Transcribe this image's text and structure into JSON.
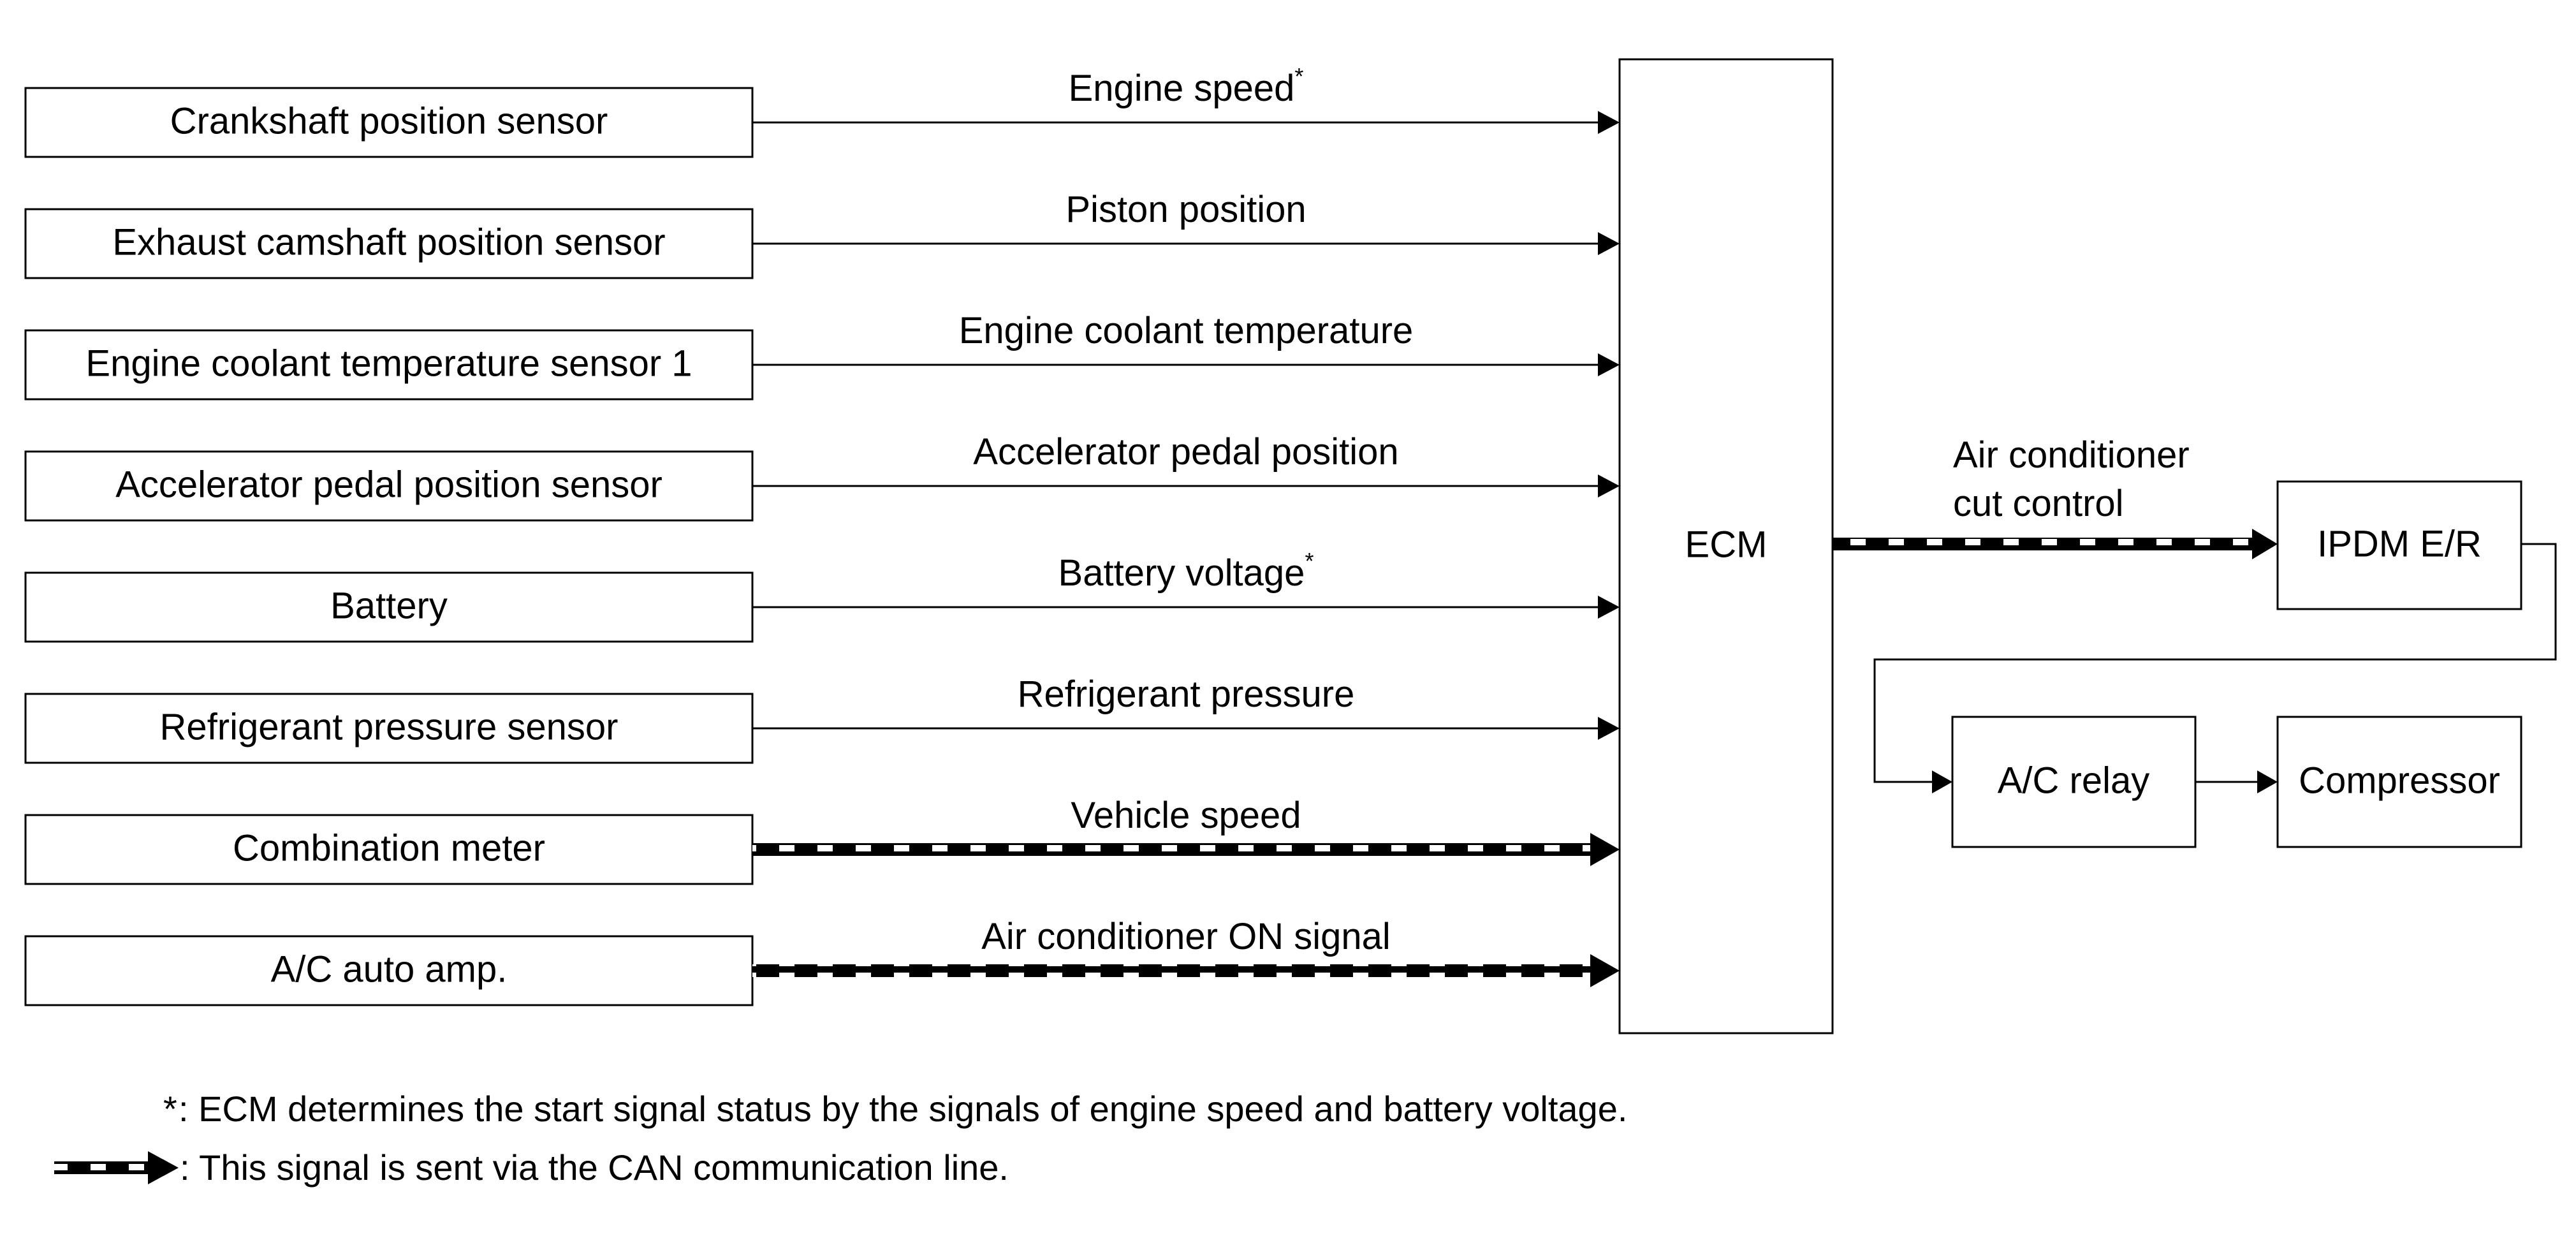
{
  "colors": {
    "line": "#000000",
    "background": "#ffffff",
    "can_dash": "#ffffff"
  },
  "inputs": [
    {
      "sensor": "Crankshaft position sensor",
      "signal": "Engine speed",
      "mark": "*",
      "can": false
    },
    {
      "sensor": "Exhaust camshaft position sensor",
      "signal": "Piston position",
      "mark": "",
      "can": false
    },
    {
      "sensor": "Engine coolant temperature sensor 1",
      "signal": "Engine coolant temperature",
      "mark": "",
      "can": false
    },
    {
      "sensor": "Accelerator pedal position sensor",
      "signal": "Accelerator pedal position",
      "mark": "",
      "can": false
    },
    {
      "sensor": "Battery",
      "signal": "Battery voltage",
      "mark": "*",
      "can": false
    },
    {
      "sensor": "Refrigerant pressure sensor",
      "signal": "Refrigerant pressure",
      "mark": "",
      "can": false
    },
    {
      "sensor": "Combination meter",
      "signal": "Vehicle speed",
      "mark": "",
      "can": true
    },
    {
      "sensor": "A/C auto amp.",
      "signal": "Air conditioner ON signal",
      "mark": "",
      "can": true
    }
  ],
  "ecm": {
    "label": "ECM"
  },
  "output": {
    "signal_line1": "Air conditioner",
    "signal_line2": "cut control",
    "can": true
  },
  "ipdm": {
    "label": "IPDM E/R"
  },
  "relay": {
    "label": "A/C relay"
  },
  "compressor": {
    "label": "Compressor"
  },
  "notes": {
    "star_symbol": "*",
    "star_text": ": ECM determines the start signal status by the signals of engine speed and battery voltage.",
    "can_text": ": This signal is sent via the CAN communication line."
  }
}
